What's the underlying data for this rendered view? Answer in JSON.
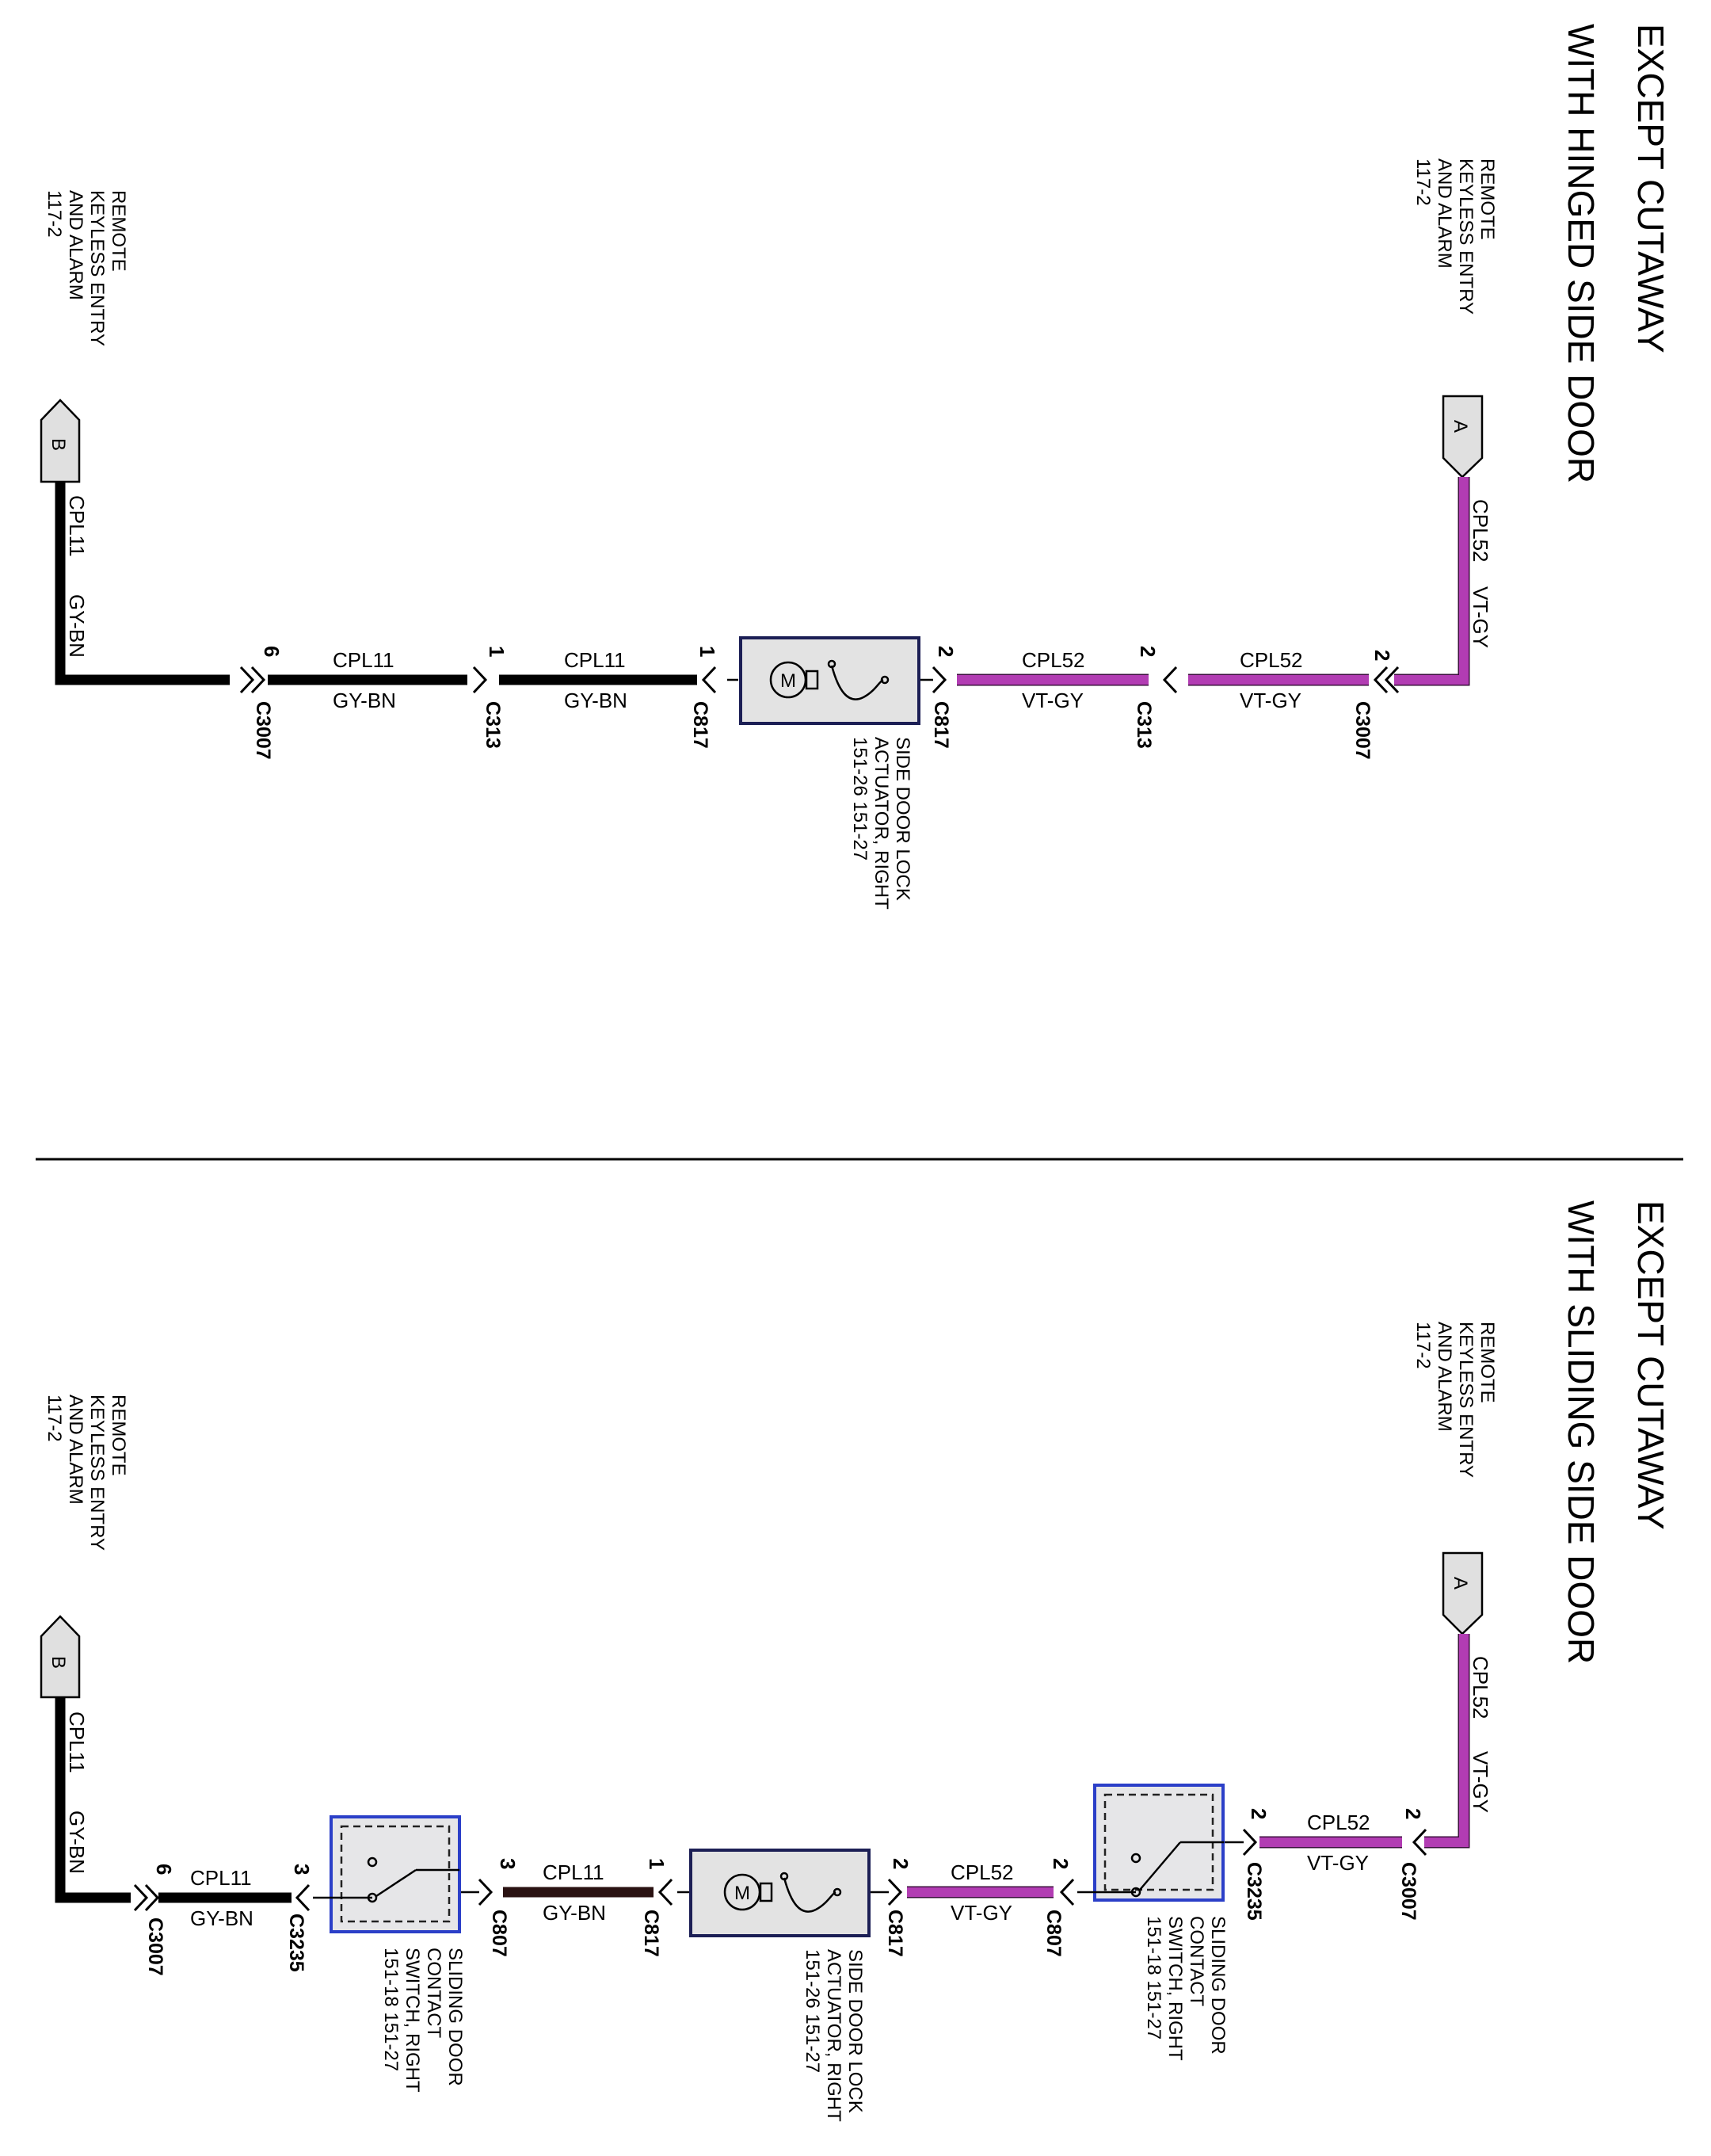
{
  "sections": [
    {
      "title_line1": "EXCEPT CUTAWAY",
      "title_line2": "WITH HINGED SIDE DOOR",
      "ref_top": [
        "REMOTE",
        "KEYLESS ENTRY",
        "AND ALARM",
        "117-2"
      ],
      "ref_bottom": [
        "REMOTE",
        "KEYLESS ENTRY",
        "AND ALARM",
        "117-2"
      ],
      "tag_a": "A",
      "tag_b": "B",
      "vertical_top": {
        "circuit": "CPL52",
        "color": "VT-GY"
      },
      "vertical_bottom": {
        "circuit": "CPL11",
        "color": "GY-BN"
      },
      "wires": [
        {
          "circuit": "CPL52",
          "color": "VT-GY"
        },
        {
          "circuit": "CPL52",
          "color": "VT-GY"
        },
        {
          "circuit": "CPL11",
          "color": "GY-BN"
        },
        {
          "circuit": "CPL11",
          "color": "GY-BN"
        }
      ],
      "connectors": [
        {
          "name": "C3007",
          "pin": "2"
        },
        {
          "name": "C313",
          "pin": "2"
        },
        {
          "name": "C817",
          "pin": "2"
        },
        {
          "name": "C817",
          "pin": "1"
        },
        {
          "name": "C313",
          "pin": "1"
        },
        {
          "name": "C3007",
          "pin": "6"
        }
      ],
      "actuator": {
        "symbol": "M",
        "label": [
          "SIDE DOOR LOCK",
          "ACTUATOR, RIGHT",
          "151-26    151-27"
        ]
      }
    },
    {
      "title_line1": "EXCEPT CUTAWAY",
      "title_line2": "WITH SLIDING SIDE DOOR",
      "ref_top": [
        "REMOTE",
        "KEYLESS ENTRY",
        "AND ALARM",
        "117-2"
      ],
      "ref_bottom": [
        "REMOTE",
        "KEYLESS ENTRY",
        "AND ALARM",
        "117-2"
      ],
      "tag_a": "A",
      "tag_b": "B",
      "vertical_top": {
        "circuit": "CPL52",
        "color": "VT-GY"
      },
      "vertical_bottom": {
        "circuit": "CPL11",
        "color": "GY-BN"
      },
      "wires": [
        {
          "circuit": "CPL52",
          "color": "VT-GY"
        },
        {
          "circuit": "CPL52",
          "color": "VT-GY"
        },
        {
          "circuit": "CPL11",
          "color": "GY-BN"
        },
        {
          "circuit": "CPL11",
          "color": "GY-BN"
        }
      ],
      "connectors": [
        {
          "name": "C3007",
          "pin": "2"
        },
        {
          "name": "C3235",
          "pin": "2"
        },
        {
          "name": "C807",
          "pin": "2"
        },
        {
          "name": "C817",
          "pin": "2"
        },
        {
          "name": "C817",
          "pin": "1"
        },
        {
          "name": "C807",
          "pin": "3"
        },
        {
          "name": "C3235",
          "pin": "3"
        },
        {
          "name": "C3007",
          "pin": "6"
        }
      ],
      "switch_top": {
        "label": [
          "SLIDING DOOR",
          "CONTACT",
          "SWITCH, RIGHT",
          "151-18  151-27"
        ]
      },
      "switch_bottom": {
        "label": [
          "SLIDING DOOR",
          "CONTACT",
          "SWITCH, RIGHT",
          "151-18  151-27"
        ]
      },
      "actuator": {
        "symbol": "M",
        "label": [
          "SIDE DOOR LOCK",
          "ACTUATOR, RIGHT",
          "151-26    151-27"
        ]
      }
    }
  ],
  "colors": {
    "violet_wire": "#b23cb3",
    "black_wire": "#000000",
    "actuator_border": "#1c1f55",
    "switch_border": "#2b3fc8"
  }
}
